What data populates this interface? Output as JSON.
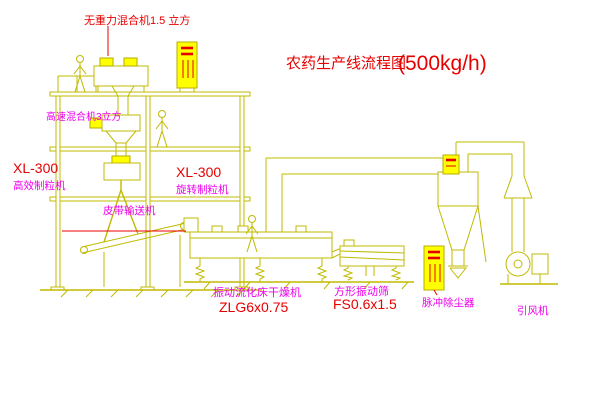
{
  "title": {
    "main": "农药生产线流程图",
    "capacity": "(500kg/h)"
  },
  "labels": {
    "top_mixer": "无重力混合机1.5 立方",
    "high_mixer": "高速混合机3立方",
    "xl300_left": "XL-300",
    "granulator_left": "高效制粒机",
    "xl300_mid": "XL-300",
    "granulator_mid": "旋转制粒机",
    "belt": "皮带输送机",
    "dryer": "振动流化床干燥机",
    "dryer_model": "ZLG6x0.75",
    "screen": "方形振动筛",
    "screen_model": "FS0.6x1.5",
    "dust": "脉冲除尘器",
    "fan": "引风机"
  },
  "colors": {
    "line": "#c0ba00",
    "equipment_fill": "#ffff00",
    "label_red": "#e80000",
    "label_magenta": "#ee00ee",
    "background": "#ffffff"
  }
}
